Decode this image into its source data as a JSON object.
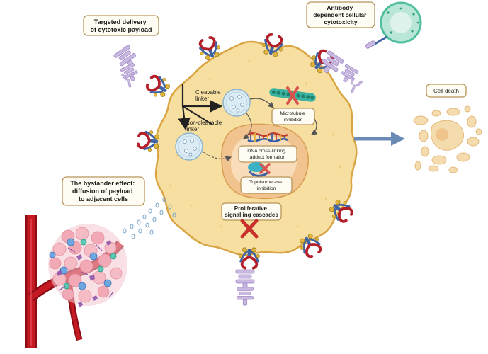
{
  "labels": {
    "targeted_delivery": [
      "Targeted delivery",
      "of cytotoxic payload"
    ],
    "adcc": [
      "Antibody",
      "dependent cellular",
      "cytotoxicity"
    ],
    "cell_death": "Cell death",
    "bystander": [
      "The bystander effect:",
      "diffusion of payload",
      "to adjacent cells"
    ],
    "cleavable_linker": [
      "Cleavable",
      "linker"
    ],
    "non_cleavable_linker": [
      "Non-cleavable",
      "linker"
    ],
    "microtubule": [
      "Microtubule",
      "inhibition"
    ],
    "dna": [
      "DNA cross-linking,",
      "adduct formation"
    ],
    "topoisomerase": [
      "Topoisomerase",
      "inhibition"
    ],
    "proliferative": [
      "Proliferative",
      "signalling cascades"
    ]
  },
  "colors": {
    "cell_fill": "#f6dfa0",
    "cell_stroke": "#d9a441",
    "nucleus_fill": "#f1c48f",
    "nucleus_inner": "#fbe6c8",
    "antibody": "#c9b8e0",
    "antibody_dark": "#9d86c4",
    "linker_red": "#b3202a",
    "linker_blue": "#3f63a3",
    "payload": "#e2b43a",
    "vessel": "#b5121b",
    "arrow": "#6a8bb5",
    "immune_cell": "#4fbf9f",
    "inhibit_x": "#d9534f",
    "dead_cell": "#f4dcae"
  },
  "icons": [
    "antibody-icon",
    "antibody-drug-conjugate-icon",
    "immune-cell-icon",
    "vesicle-icon",
    "dna-icon",
    "microtubule-icon",
    "inhibit-x-icon",
    "blood-vessel-icon",
    "arrow-right-icon"
  ]
}
